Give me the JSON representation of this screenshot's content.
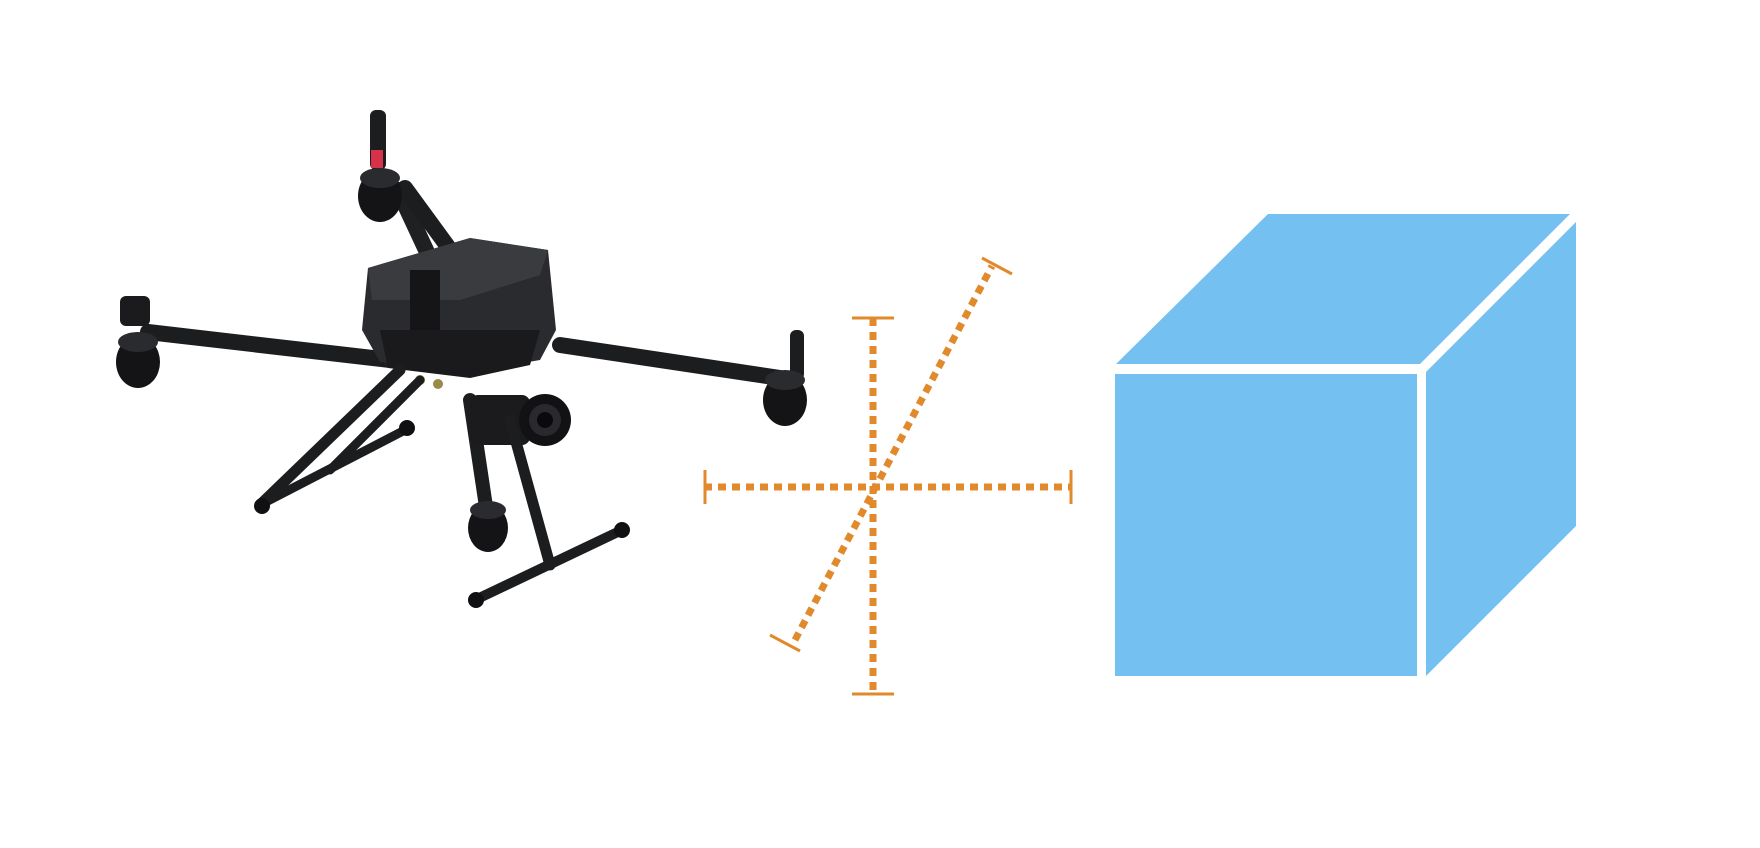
{
  "diagram": {
    "items": [
      {
        "kind": "drone-photo",
        "icon": "drone-icon"
      },
      {
        "kind": "axes-crosshair",
        "icon": "axes-icon"
      },
      {
        "kind": "cube-shape",
        "icon": "cube-icon"
      }
    ],
    "colors": {
      "background": "#ffffff",
      "axes": "#e08a2c",
      "cube": "#74c0f1",
      "drone_body": "#1f2022",
      "drone_dark": "#0e0e10",
      "drone_accent": "#d8324a"
    }
  }
}
